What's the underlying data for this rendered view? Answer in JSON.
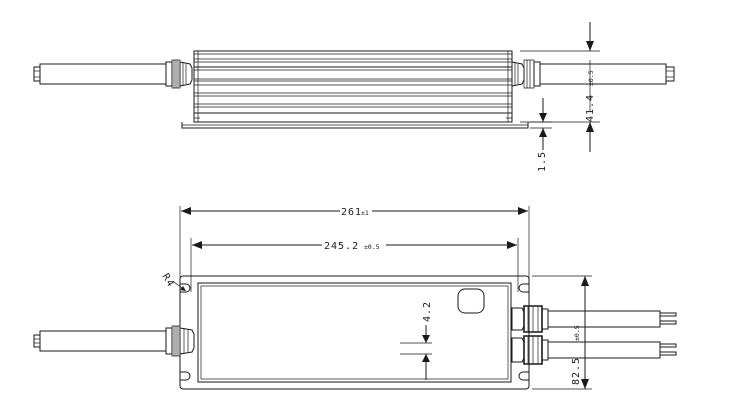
{
  "drawing": {
    "top_view": {
      "height_dim": {
        "value": "41.4",
        "tol": "±0.5"
      },
      "flange_dim": {
        "value": "1.5"
      }
    },
    "bottom_view": {
      "overall_length": {
        "value": "261",
        "tol": "±1"
      },
      "hole_pitch": {
        "value": "245.2",
        "tol": "±0.5"
      },
      "corner_radius": {
        "value": "R4"
      },
      "slot_dim": {
        "value": "4.2"
      },
      "width_dim": {
        "value": "82.5",
        "tol": "±0.5"
      }
    }
  }
}
